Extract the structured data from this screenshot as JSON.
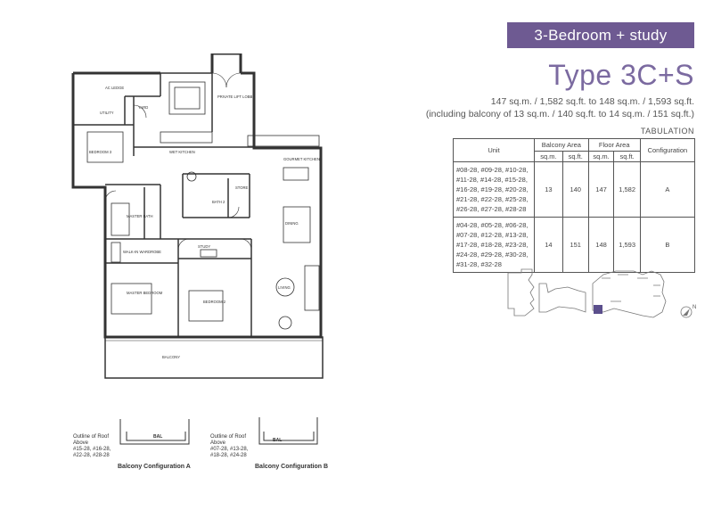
{
  "header": {
    "unit_type_badge": "3-Bedroom + study",
    "type_title": "Type 3C+S",
    "area_line": "147 sq.m. / 1,582 sq.ft. to 148 sq.m. / 1,593 sq.ft.",
    "balcony_line": "(including balcony of 13 sq.m. / 140 sq.ft. to 14 sq.m. / 151 sq.ft.)",
    "tabulation_label": "TABULATION"
  },
  "table": {
    "col_unit": "Unit",
    "col_balcony": "Balcony Area",
    "col_floor": "Floor Area",
    "col_config": "Configuration",
    "sqm": "sq.m.",
    "sqft": "sq.ft.",
    "rows": [
      {
        "units": "#08-28, #09-28, #10-28, #11-28, #14-28, #15-28, #16-28, #19-28, #20-28, #21-28, #22-28, #25-28, #26-28, #27-28, #28-28",
        "bal_sqm": "13",
        "bal_sqft": "140",
        "floor_sqm": "147",
        "floor_sqft": "1,582",
        "config": "A"
      },
      {
        "units": "#04-28, #05-28, #06-28, #07-28, #12-28, #13-28, #17-28, #18-28, #23-28, #24-28, #29-28, #30-28, #31-28, #32-28",
        "bal_sqm": "14",
        "bal_sqft": "151",
        "floor_sqm": "148",
        "floor_sqft": "1,593",
        "config": "B"
      }
    ]
  },
  "plan_labels": {
    "ac_ledge": "AC LEDGE",
    "yard": "YARD",
    "utility": "UTILITY",
    "private_lift_lobby": "PRIVATE LIFT LOBBY",
    "bedroom3": "BEDROOM 3",
    "wet_kitchen": "WET KITCHEN",
    "gourmet_kitchen": "GOURMET KITCHEN",
    "bath2": "BATH 2",
    "store": "STORE",
    "master_bath": "MASTER BATH",
    "walkin_wardrobe": "WALK-IN WARDROBE",
    "dining": "DINING",
    "study": "STUDY",
    "master_bedroom": "MASTER BEDROOM",
    "bedroom2": "BEDROOM 2",
    "living": "LIVING",
    "balcony": "BALCONY"
  },
  "balcony_configs": [
    {
      "caption": "Balcony Configuration A",
      "outline_note": "Outline of Roof Above",
      "floors": "#15-28, #16-28, #22-28, #28-28",
      "bal": "BAL"
    },
    {
      "caption": "Balcony Configuration B",
      "outline_note": "Outline of Roof Above",
      "floors": "#07-28, #13-28, #18-28, #24-28",
      "bal": "BAL"
    }
  ],
  "compass": {
    "label": "N"
  },
  "colors": {
    "accent": "#6e5a92",
    "title": "#7b6aa0",
    "highlight": "#5b4f8c"
  }
}
